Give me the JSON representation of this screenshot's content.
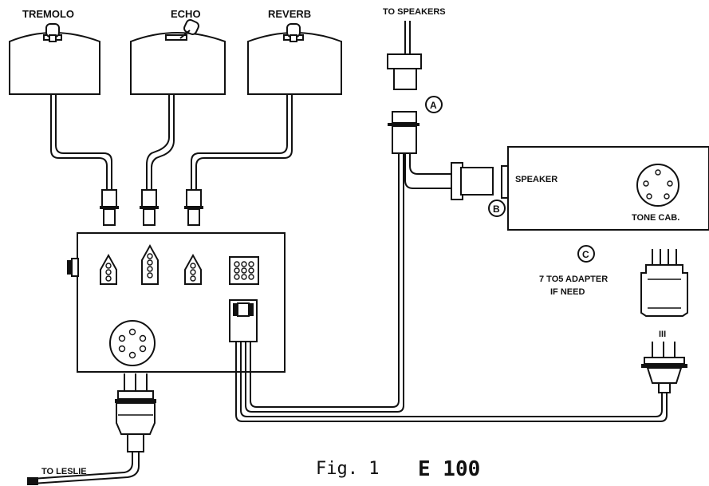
{
  "pedals": {
    "tremolo": "TREMOLO",
    "echo": "ECHO",
    "reverb": "REVERB"
  },
  "labels": {
    "to_speakers": "TO SPEAKERS",
    "speaker": "SPEAKER",
    "tone_cab": "TONE CAB.",
    "adapter_line1": "7 TO5 ADAPTER",
    "adapter_line2": "IF NEED",
    "to_leslie": "TO LESLIE",
    "adapter_pins": "III"
  },
  "badges": {
    "a": "A",
    "b": "B",
    "c": "C"
  },
  "caption": {
    "fig": "Fig. 1",
    "model": "E 100"
  }
}
